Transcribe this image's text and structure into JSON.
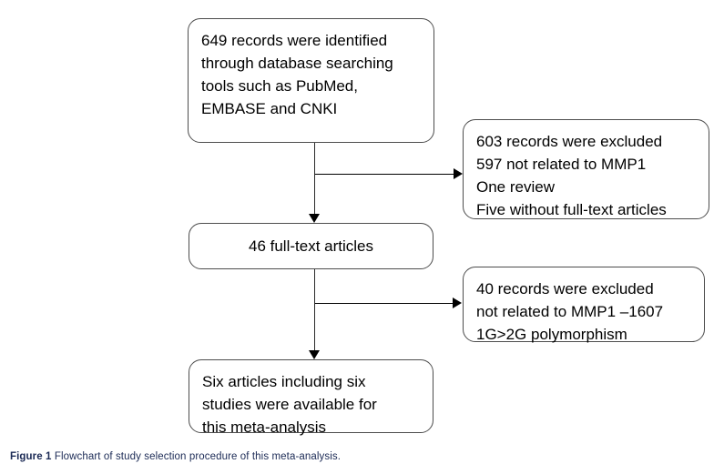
{
  "figure": {
    "caption_label": "Figure 1",
    "caption_text": "Flowchart of study selection procedure of this meta-analysis.",
    "caption_color": "#1b2a55"
  },
  "flowchart": {
    "type": "prisma-flowchart",
    "line_color": "#000000",
    "box_border_color": "#4d4d4d",
    "box_fill_color": "#ffffff",
    "nodes": [
      {
        "id": "identified",
        "role": "identification",
        "align": "left",
        "text": "649 records were identified\nthrough database searching\ntools such as PubMed,\nEMBASE and CNKI",
        "count": 649
      },
      {
        "id": "excluded-1",
        "role": "exclusion",
        "align": "left",
        "text": "603 records were excluded\n597 not related to MMP1\nOne review\nFive without full-text articles",
        "count": 603
      },
      {
        "id": "fulltext",
        "role": "screening",
        "align": "center",
        "text": "46 full-text articles",
        "count": 46
      },
      {
        "id": "excluded-2",
        "role": "exclusion",
        "align": "left",
        "text": "40 records were excluded\nnot related to MMP1 –1607\n1G>2G polymorphism",
        "count": 40
      },
      {
        "id": "included",
        "role": "included",
        "align": "left",
        "text": "Six articles including six\nstudies were available for\nthis meta-analysis",
        "count": 6
      }
    ],
    "connectors": [
      {
        "id": "identified-to-fulltext",
        "from": "identified",
        "to": "fulltext",
        "direction": "down"
      },
      {
        "id": "identified-to-excluded-1",
        "from": "identified",
        "to": "excluded-1",
        "direction": "right"
      },
      {
        "id": "fulltext-to-included",
        "from": "fulltext",
        "to": "included",
        "direction": "down"
      },
      {
        "id": "fulltext-to-excluded-2",
        "from": "fulltext",
        "to": "excluded-2",
        "direction": "right"
      }
    ]
  }
}
